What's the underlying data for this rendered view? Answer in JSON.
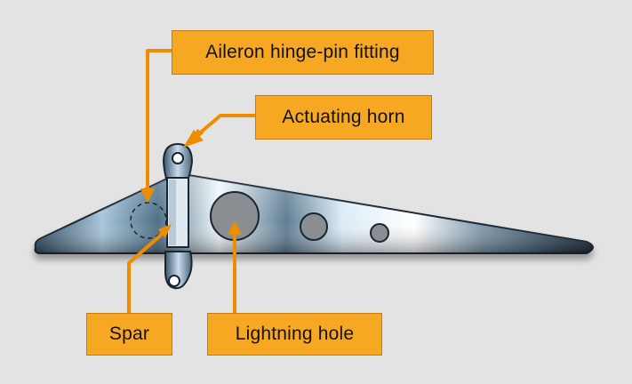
{
  "labels": {
    "hinge_pin_fitting": "Aileron hinge-pin fitting",
    "actuating_horn": "Actuating horn",
    "spar": "Spar",
    "lightning_hole": "Lightning hole"
  },
  "colors": {
    "background": "#e3e3e3",
    "callout_fill": "#f7a823",
    "callout_line": "#f08c00",
    "rib_dark": "#243342",
    "rib_light": "#eaf3fb"
  }
}
